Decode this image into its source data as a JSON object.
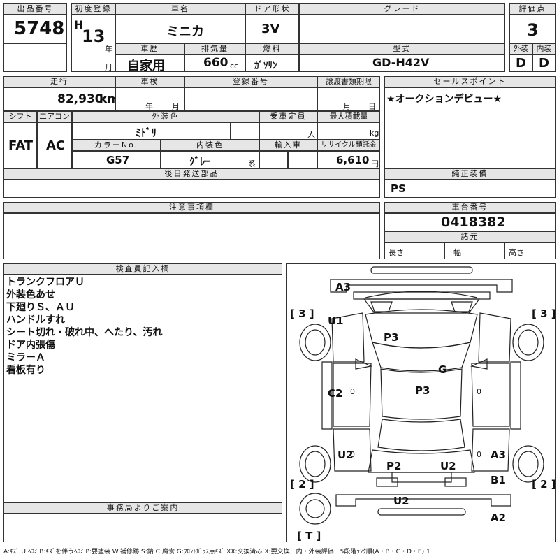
{
  "headers": {
    "lot_no": "出品番号",
    "first_reg": "初度登録",
    "car_name": "車名",
    "door": "ドア形状",
    "grade": "グレード",
    "score": "評価点",
    "history": "車歴",
    "displacement": "排気量",
    "fuel": "燃料",
    "model_type": "型式",
    "exterior": "外装",
    "interior": "内装",
    "mileage": "走行",
    "inspection": "車検",
    "reg_no": "登録番号",
    "transfer_deadline": "譲渡書類期限",
    "sales_point": "セールスポイント",
    "shift": "シフト",
    "aircon": "エアコン",
    "ext_color": "外装色",
    "capacity": "乗車定員",
    "max_load": "最大積載量",
    "color_no": "カラーNo.",
    "int_color": "内装色",
    "import": "輸入車",
    "recycle": "リサイクル預託金",
    "later_parts": "後日発送部品",
    "genuine_equipment": "純正装備",
    "notes": "注意事項欄",
    "chassis_no": "車台番号",
    "specs": "諸元",
    "inspector": "検査員記入欄",
    "office": "事務局よりご案内"
  },
  "vehicle": {
    "lot_no": "5748",
    "era": "H",
    "year": "13",
    "year_unit": "年",
    "month_unit": "月",
    "name": "ミニカ",
    "door": "3V",
    "grade": "",
    "score": "3",
    "history": "自家用",
    "displacement": "660",
    "cc_unit": "cc",
    "fuel": "ｶﾞｿﾘﾝ",
    "model_type": "GD-H42V",
    "exterior_score": "D",
    "interior_score": "D",
    "mileage": "82,930",
    "km_unit": "km",
    "inspection_year_unit": "年",
    "inspection_month_unit": "月",
    "transfer_month_unit": "月",
    "transfer_day_unit": "日",
    "sales_point": "★オークションデビュー★",
    "shift": "FAT",
    "aircon": "AC",
    "ext_color": "ﾐﾄﾞﾘ",
    "capacity_unit": "人",
    "load_unit": "kg",
    "color_no": "G57",
    "int_color": "ｸﾞﾚｰ",
    "int_color_suffix": "系",
    "recycle": "6,610",
    "yen_unit": "円",
    "genuine_equipment": "PS",
    "chassis_no": "0418382",
    "length_label": "長さ",
    "width_label": "幅",
    "height_label": "高さ"
  },
  "inspector_notes": [
    "トランクフロアＵ",
    "外装色あせ",
    "下廻りＳ、ＡＵ",
    "ハンドルすれ",
    "シート切れ・破れ中、へたり、汚れ",
    "ドア内張傷",
    "ミラーＡ",
    "看板有り"
  ],
  "diagram": {
    "tire_fl": "[ 3 ]",
    "tire_fr": "[ 3 ]",
    "tire_rl": "[ 2 ]",
    "tire_rr": "[ 2 ]",
    "spare": "[ T ]",
    "marks": {
      "a3_top": "A3",
      "u1": "U1",
      "p3_hood": "P3",
      "g": "G",
      "c2": "C2",
      "p3_roof": "P3",
      "u2_left": "U2",
      "p2": "P2",
      "u2_center": "U2",
      "a3_right": "A3",
      "b1": "B1",
      "u2_bottom": "U2",
      "a2": "A2",
      "zero_left": "0",
      "zero_right": "0",
      "zero_left2": "0",
      "zero_right2": "0"
    }
  },
  "legend": "A:ｷｽﾞ U:ﾍｺﾐ B:ｷｽﾞを伴うﾍｺﾐ P:要塗装 W:補修跡 S:錆 C:腐食 G:ﾌﾛﾝﾄｶﾞﾗｽ点ｷｽﾞ XX:交換済み X:要交換　内・外装評価　5段階ﾗﾝｸ順(A・B・C・D・E) 1"
}
